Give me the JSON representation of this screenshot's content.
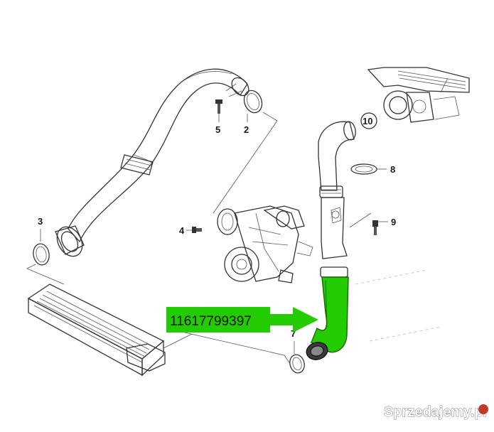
{
  "callouts": {
    "c2": "2",
    "c3": "3",
    "c4": "4",
    "c5": "5",
    "c7": "7",
    "c8": "8",
    "c9": "9",
    "c10": "10"
  },
  "part_number": "11617799397",
  "watermark": "Sprzedajemy.pl",
  "colors": {
    "highlight": "#22cc00",
    "label_bg": "#22cc00",
    "line": "#333333",
    "watermark_badge": "#c0392b"
  }
}
